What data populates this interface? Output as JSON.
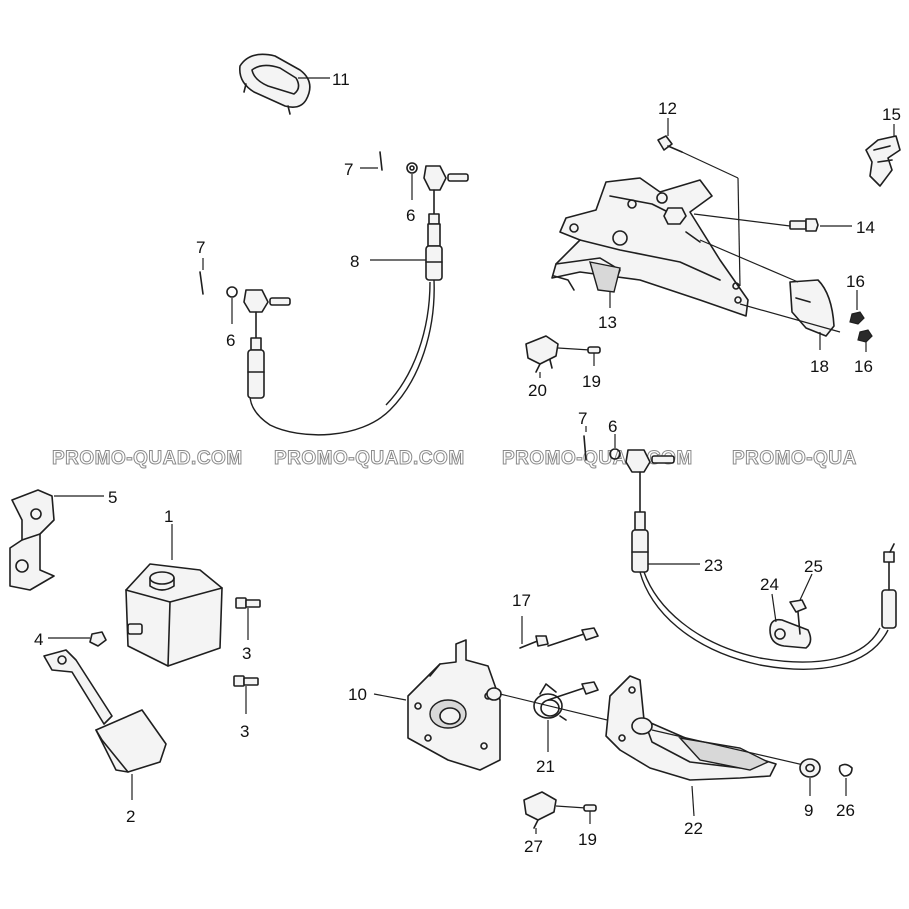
{
  "watermark": "PROMO-QUAD.COM",
  "watermark_partial": "PROMO-QUA",
  "callouts": {
    "c1": "1",
    "c2": "2",
    "c3a": "3",
    "c3b": "3",
    "c4": "4",
    "c5": "5",
    "c6a": "6",
    "c6b": "6",
    "c6c": "6",
    "c7a": "7",
    "c7b": "7",
    "c7c": "7",
    "c8": "8",
    "c9": "9",
    "c10": "10",
    "c11": "11",
    "c12": "12",
    "c13": "13",
    "c14": "14",
    "c15": "15",
    "c16a": "16",
    "c16b": "16",
    "c17": "17",
    "c18": "18",
    "c19a": "19",
    "c19b": "19",
    "c20": "20",
    "c21": "21",
    "c22": "22",
    "c23": "23",
    "c24": "24",
    "c25": "25",
    "c26": "26",
    "c27": "27"
  },
  "colors": {
    "line": "#1f1f1f",
    "background": "#ffffff",
    "watermark_outline": "#8a8a8a"
  }
}
